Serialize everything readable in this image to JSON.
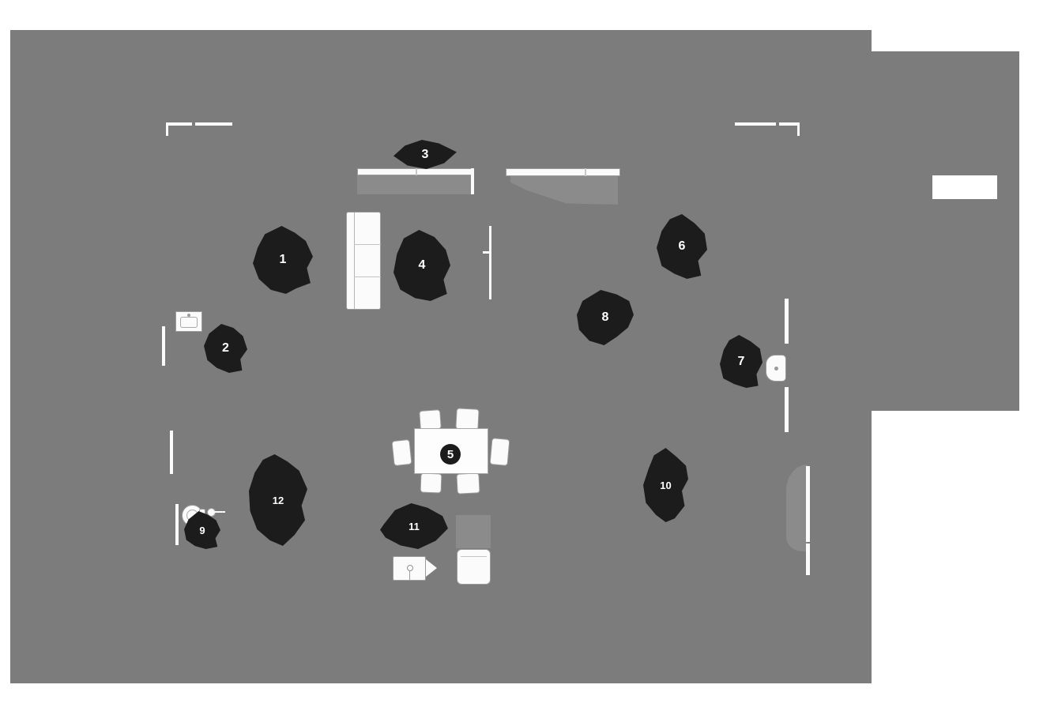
{
  "colors": {
    "page_background": "#ffffff",
    "floor": "#7c7c7c",
    "floor_highlight": "#8b8b8b",
    "blob": "#1c1c1c",
    "marker_text": "#ffffff",
    "furniture_fill": "#fbfbfb",
    "furniture_outline": "#9c9c9c"
  },
  "markers": [
    {
      "id": 1,
      "label": "1"
    },
    {
      "id": 2,
      "label": "2"
    },
    {
      "id": 3,
      "label": "3"
    },
    {
      "id": 4,
      "label": "4"
    },
    {
      "id": 5,
      "label": "5"
    },
    {
      "id": 6,
      "label": "6"
    },
    {
      "id": 7,
      "label": "7"
    },
    {
      "id": 8,
      "label": "8"
    },
    {
      "id": 9,
      "label": "9"
    },
    {
      "id": 10,
      "label": "10"
    },
    {
      "id": 11,
      "label": "11"
    },
    {
      "id": 12,
      "label": "12"
    }
  ],
  "label_box": {
    "text": ""
  }
}
